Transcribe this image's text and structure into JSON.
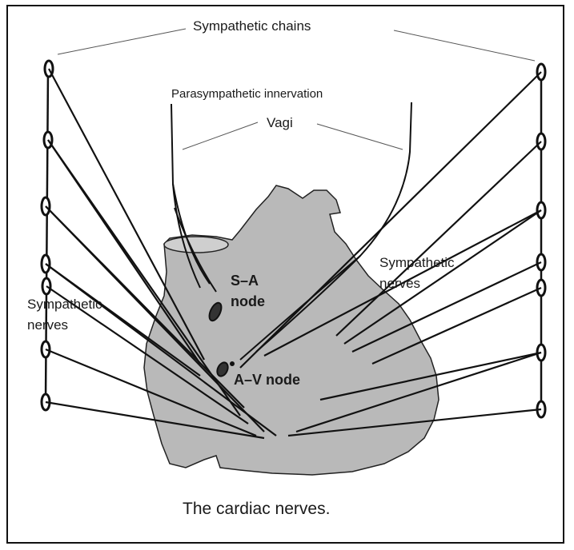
{
  "diagram": {
    "labels": {
      "sympathetic_chains": "Sympathetic chains",
      "parasympathetic_innervation": "Parasympathetic innervation",
      "vagi": "Vagi",
      "sa_node_line1": "S–A",
      "sa_node_line2": "node",
      "av_node": "A–V node",
      "sympathetic_nerves_left_line1": "Sympathetic",
      "sympathetic_nerves_left_line2": "nerves",
      "sympathetic_nerves_right_line1": "Sympathetic",
      "sympathetic_nerves_right_line2": "nerves"
    },
    "caption": "The cardiac nerves.",
    "colors": {
      "heart_fill": "#b9b9b9",
      "line": "#111111",
      "text": "#1a1a1a"
    }
  }
}
